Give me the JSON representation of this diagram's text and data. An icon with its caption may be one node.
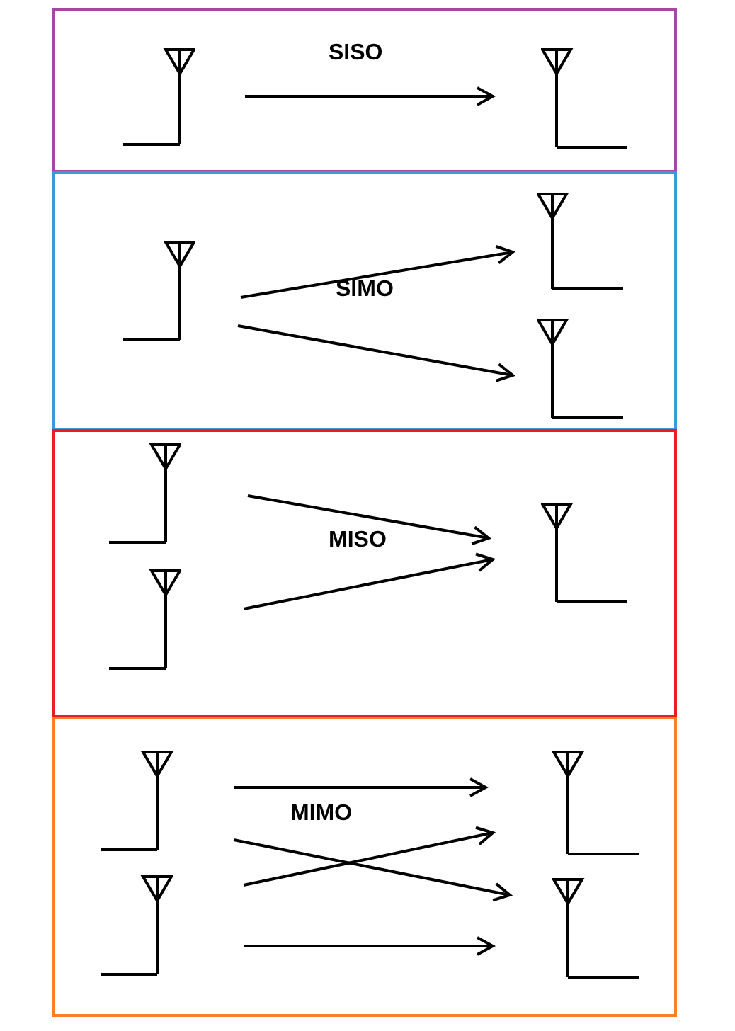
{
  "diagram": {
    "nodes": [
      {
        "text": [
          "SISO"
        ]
      },
      {
        "text": [],
        "shape": "antenna",
        "in": 0
      },
      {
        "text": [],
        "shape": "antenna",
        "in": 0
      },
      {
        "text": [
          "SIMO"
        ]
      },
      {
        "text": [],
        "shape": "antenna",
        "in": 3
      },
      {
        "text": [],
        "shape": "antenna",
        "in": 3
      },
      {
        "text": [],
        "shape": "antenna",
        "in": 3
      },
      {
        "text": [
          "MISO"
        ]
      },
      {
        "text": [],
        "shape": "antenna",
        "in": 7
      },
      {
        "text": [],
        "shape": "antenna",
        "in": 7
      },
      {
        "text": [],
        "shape": "antenna",
        "in": 7
      },
      {
        "text": [
          "MIMO"
        ]
      },
      {
        "text": [],
        "shape": "antenna",
        "in": 11
      },
      {
        "text": [],
        "shape": "antenna",
        "in": 11
      },
      {
        "text": [],
        "shape": "antenna",
        "in": 11
      },
      {
        "text": [],
        "shape": "antenna",
        "in": 11
      }
    ],
    "edges": [
      {
        "from": 1,
        "to": 2,
        "arrow": "to"
      },
      {
        "from": 4,
        "to": 5,
        "arrow": "to"
      },
      {
        "from": 4,
        "to": 6,
        "arrow": "to"
      },
      {
        "from": 8,
        "to": 10,
        "arrow": "to"
      },
      {
        "from": 9,
        "to": 10,
        "arrow": "to"
      },
      {
        "from": 12,
        "to": 14,
        "arrow": "to"
      },
      {
        "from": 12,
        "to": 15,
        "arrow": "to"
      },
      {
        "from": 13,
        "to": 14,
        "arrow": "to"
      },
      {
        "from": 13,
        "to": 15,
        "arrow": "to"
      }
    ]
  }
}
